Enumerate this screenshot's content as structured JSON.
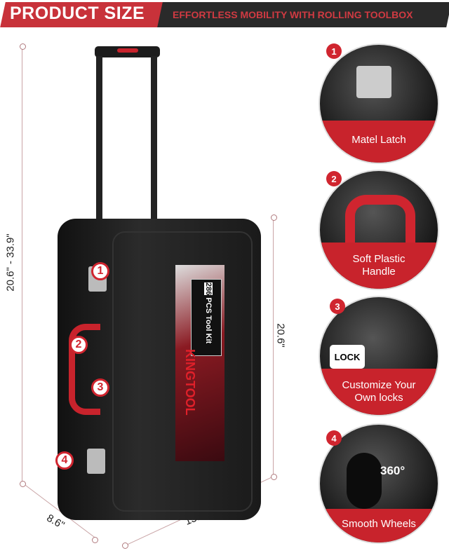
{
  "banner": {
    "title": "PRODUCT SIZE",
    "subtitle": "EFFORTLESS MOBILITY WITH ROLLING TOOLBOX"
  },
  "dimensions": {
    "height_extended": "20.6\" - 33.9\"",
    "height": "20.6\"",
    "depth": "8.6\"",
    "width": "13.7\""
  },
  "product": {
    "brand": "KINGTOOL",
    "badge_count": "286",
    "badge_text": "PCS Tool Kit"
  },
  "features": [
    {
      "number": "1",
      "label": "Matel Latch"
    },
    {
      "number": "2",
      "label": "Soft Plastic Handle"
    },
    {
      "number": "3",
      "label": "Customize Your Own locks",
      "overlay": "LOCK"
    },
    {
      "number": "4",
      "label": "Smooth Wheels",
      "overlay": "360°"
    }
  ],
  "colors": {
    "accent": "#c8232c",
    "dark": "#2a2a2a"
  }
}
